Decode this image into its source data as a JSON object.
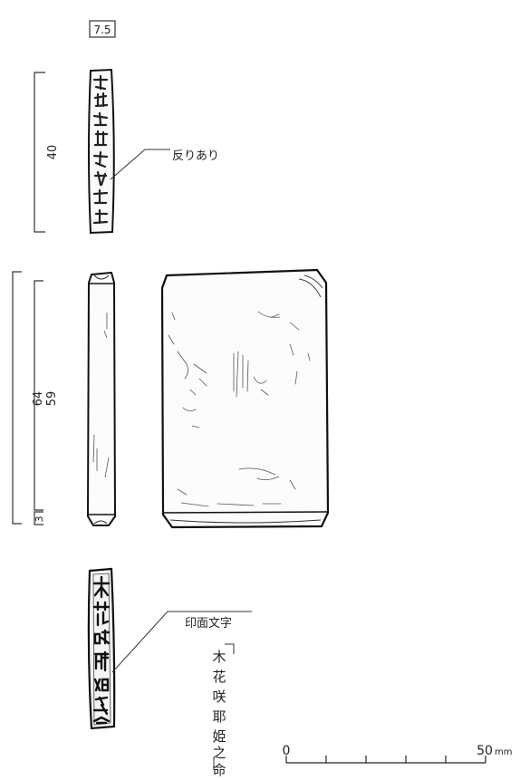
{
  "figure_number": "7.5",
  "dimensions": {
    "top_face_length": "40",
    "overall_length": "64",
    "body_length": "59",
    "knob_length": "3"
  },
  "annotations": {
    "warp_note": "反りあり",
    "seal_face_note": "印面文字",
    "inscription": [
      "木",
      "花",
      "咲",
      "耶",
      "姫",
      "之",
      "命"
    ]
  },
  "scale_bar": {
    "start_label": "0",
    "end_label": "50",
    "unit": "mm",
    "ticks": 6
  }
}
